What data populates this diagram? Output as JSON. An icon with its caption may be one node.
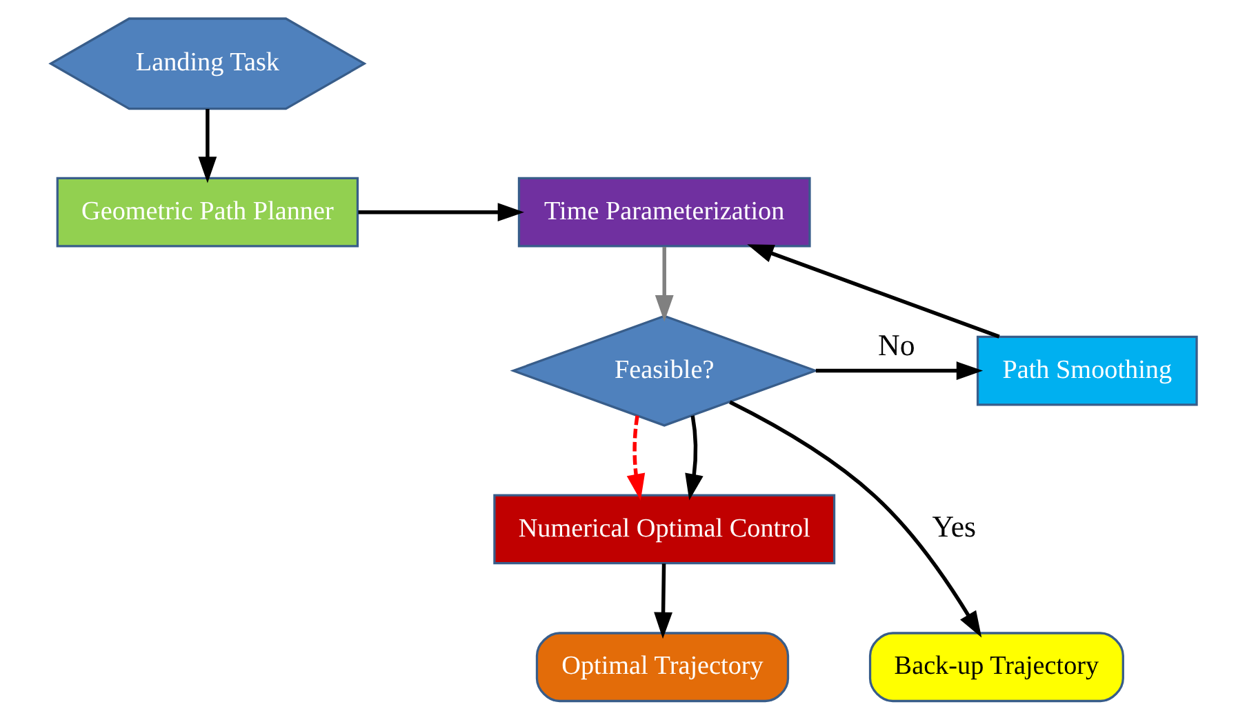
{
  "diagram": {
    "nodes": [
      {
        "text": [
          "Landing Task"
        ]
      },
      {
        "text": [
          "Geometric Path Planner"
        ]
      },
      {
        "text": [
          "Time Parameterization"
        ]
      },
      {
        "text": [
          "Feasible?"
        ]
      },
      {
        "text": [
          "Path Smoothing"
        ]
      },
      {
        "text": [
          "Numerical Optimal Control"
        ]
      },
      {
        "text": [
          "Back-up Trajectory"
        ]
      },
      {
        "text": [
          "Optimal Trajectory"
        ]
      }
    ],
    "edges": [
      {
        "from": 0,
        "to": 1,
        "arrow": "to"
      },
      {
        "from": 1,
        "to": 2,
        "arrow": "to"
      },
      {
        "from": 2,
        "to": 3,
        "arrow": "to",
        "color": "#808080"
      },
      {
        "from": 3,
        "to": 4,
        "arrow": "to",
        "label": "No"
      },
      {
        "from": 3,
        "to": 5,
        "arrow": "to",
        "style": "dashed",
        "color": "#ff0000"
      },
      {
        "from": 4,
        "to": 2,
        "arrow": "to"
      },
      {
        "from": 3,
        "to": 6,
        "arrow": "to",
        "label": "Yes"
      },
      {
        "from": 3,
        "to": 5,
        "arrow": "to"
      },
      {
        "from": 5,
        "to": 7,
        "arrow": "to"
      }
    ]
  }
}
